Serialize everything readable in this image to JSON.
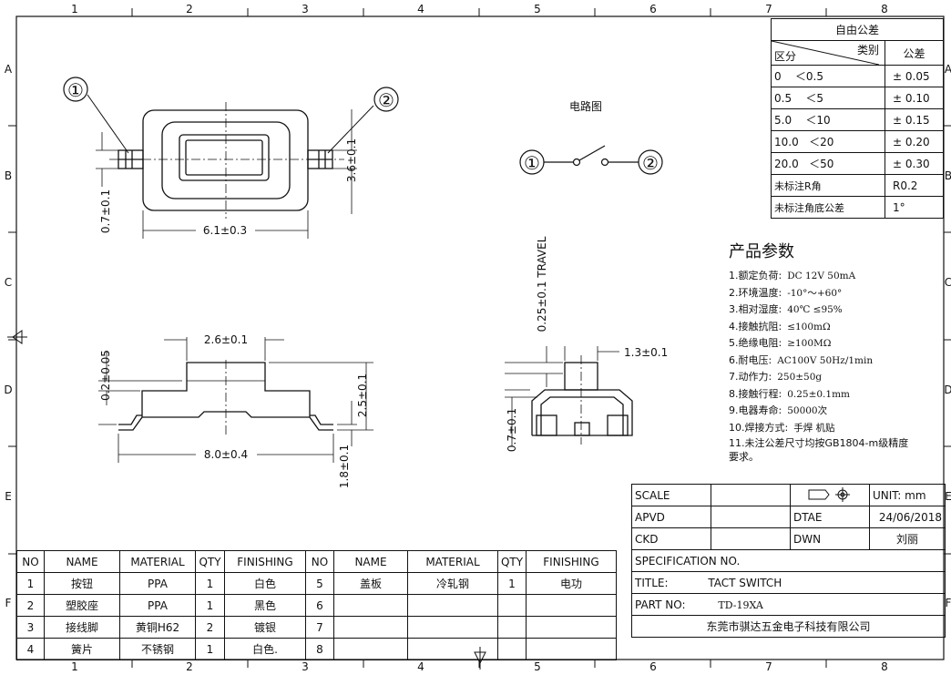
{
  "frame": {
    "col_labels": [
      "1",
      "2",
      "3",
      "4",
      "5",
      "6",
      "7",
      "8"
    ],
    "row_labels": [
      "A",
      "B",
      "C",
      "D",
      "E",
      "F"
    ]
  },
  "callouts": {
    "one": "①",
    "two": "②"
  },
  "dimensions": {
    "top_width": "6.1±0.3",
    "top_lead_height": "0.7±0.1",
    "top_body_height": "3.6±0.1",
    "side_plunger_width": "2.6±0.1",
    "side_plunger_offset": "0.2±0.05",
    "side_total_height": "2.5±0.1",
    "side_total_width": "8.0±0.4",
    "side_lead_height": "1.8±0.1",
    "travel": "0.25±0.1  TRAVEL",
    "end_width": "1.3±0.1",
    "end_lead_height": "0.7±0.1"
  },
  "circuit": {
    "title": "电路图",
    "pin1": "①",
    "pin2": "②"
  },
  "tolerance_table": {
    "title": "自由公差",
    "header_category": "类别",
    "header_zone": "区分",
    "header_tolerance": "公差",
    "rows": [
      {
        "range": "0    ＜0.5",
        "tol": "± 0.05"
      },
      {
        "range": "0.5    ＜5",
        "tol": "± 0.10"
      },
      {
        "range": "5.0    ＜10",
        "tol": "± 0.15"
      },
      {
        "range": "10.0   ＜20",
        "tol": "± 0.20"
      },
      {
        "range": "20.0   ＜50",
        "tol": "± 0.30"
      },
      {
        "range": "未标注R角",
        "tol": "R0.2"
      },
      {
        "range": "未标注角底公差",
        "tol": "1°"
      }
    ]
  },
  "product_params": {
    "title": "产品参数",
    "items": [
      {
        "label": "1.额定负荷:",
        "value": "DC 12V 50mA"
      },
      {
        "label": "2.环境温度:",
        "value": "-10°～+60°"
      },
      {
        "label": "3.相对湿度:",
        "value": "40℃ ≤95%"
      },
      {
        "label": "4.接触抗阻:",
        "value": "≤100mΩ"
      },
      {
        "label": "5.绝缘电阻:",
        "value": "≥100MΩ"
      },
      {
        "label": "6.耐电压:",
        "value": "AC100V 50Hz/1min"
      },
      {
        "label": "7.动作力:",
        "value": "250±50g"
      },
      {
        "label": "8.接触行程:",
        "value": "0.25±0.1mm"
      },
      {
        "label": "9.电器寿命:",
        "value": "50000次"
      },
      {
        "label": "10.焊接方式:",
        "value": "手焊 机贴"
      },
      {
        "label": "11.未注公差尺寸均按GB1804-m级精度要求。",
        "value": ""
      }
    ]
  },
  "title_block": {
    "scale_label": "SCALE",
    "scale_value": "",
    "unit": "UNIT: mm",
    "apvd_label": "APVD",
    "date_label": "DTAE",
    "date_value": "24/06/2018",
    "ckd_label": "CKD",
    "dwn_label": "DWN",
    "dwn_value": "刘丽",
    "spec_label": "SPECIFICATION NO.",
    "title_label": "TITLE:",
    "title_value": "TACT  SWITCH",
    "part_label": "PART NO:",
    "part_value": "TD-19XA",
    "company": "东莞市骐达五金电子科技有限公司"
  },
  "bom": {
    "headers": [
      "NO",
      "NAME",
      "MATERIAL",
      "QTY",
      "FINISHING",
      "NO",
      "NAME",
      "MATERIAL",
      "QTY",
      "FINISHING"
    ],
    "rows": [
      [
        "1",
        "按钮",
        "PPA",
        "1",
        "白色",
        "5",
        "盖板",
        "冷轧钢",
        "1",
        "电功"
      ],
      [
        "2",
        "塑胶座",
        "PPA",
        "1",
        "黑色",
        "6",
        "",
        "",
        "",
        ""
      ],
      [
        "3",
        "接线脚",
        "黄铜H62",
        "2",
        "镀银",
        "7",
        "",
        "",
        "",
        ""
      ],
      [
        "4",
        "簧片",
        "不锈钢",
        "1",
        "白色.",
        "8",
        "",
        "",
        "",
        ""
      ]
    ]
  }
}
